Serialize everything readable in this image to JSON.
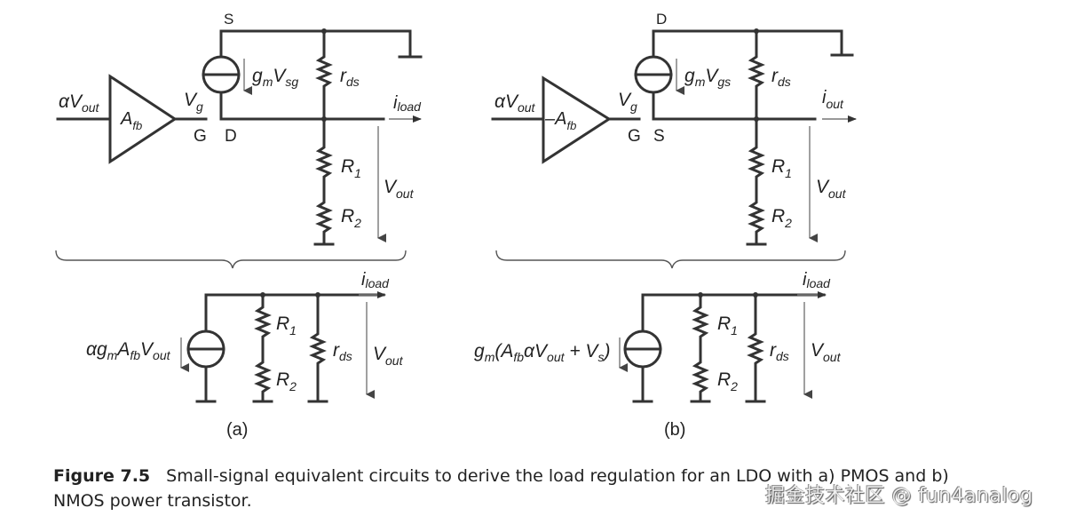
{
  "figure": {
    "number": "Figure 7.5",
    "caption_line1": "Small-signal equivalent circuits to derive the load regulation for an LDO with a) PMOS and b)",
    "caption_line2": "NMOS power transistor."
  },
  "watermark": "掘金技术社区 @ fun4analog",
  "panel_a": {
    "sublabel": "(a)",
    "top": {
      "input": {
        "main": "αV",
        "sub": "out"
      },
      "amp": {
        "main": "A",
        "sub": "fb"
      },
      "vg": {
        "main": "V",
        "sub": "g"
      },
      "gate": "G",
      "drain_or_source_bottom": "D",
      "top_node": "S",
      "source": {
        "main": "g",
        "sub1": "m",
        "main2": "V",
        "sub2": "sg"
      },
      "rds": {
        "main": "r",
        "sub": "ds"
      },
      "current": {
        "main": "i",
        "sub": "load"
      },
      "r1": {
        "main": "R",
        "sub": "1"
      },
      "r2": {
        "main": "R",
        "sub": "2"
      },
      "vout": {
        "main": "V",
        "sub": "out"
      }
    },
    "bottom": {
      "source_label": {
        "a": "αg",
        "s1": "m",
        "b": "A",
        "s2": "fb",
        "c": "V",
        "s3": "out"
      },
      "r1": {
        "main": "R",
        "sub": "1"
      },
      "r2": {
        "main": "R",
        "sub": "2"
      },
      "rds": {
        "main": "r",
        "sub": "ds"
      },
      "current": {
        "main": "i",
        "sub": "load"
      },
      "vout": {
        "main": "V",
        "sub": "out"
      }
    }
  },
  "panel_b": {
    "sublabel": "(b)",
    "top": {
      "input": {
        "main": "αV",
        "sub": "out"
      },
      "amp": {
        "main": "–A",
        "sub": "fb"
      },
      "vg": {
        "main": "V",
        "sub": "g"
      },
      "gate": "G",
      "drain_or_source_bottom": "S",
      "top_node": "D",
      "source": {
        "main": "g",
        "sub1": "m",
        "main2": "V",
        "sub2": "gs"
      },
      "rds": {
        "main": "r",
        "sub": "ds"
      },
      "current": {
        "main": "i",
        "sub": "out"
      },
      "r1": {
        "main": "R",
        "sub": "1"
      },
      "r2": {
        "main": "R",
        "sub": "2"
      },
      "vout": {
        "main": "V",
        "sub": "out"
      }
    },
    "bottom": {
      "source_label": {
        "a": "g",
        "s1": "m",
        "b": "(A",
        "s2": "fb",
        "c": "αV",
        "s3": "out",
        "d": " + V",
        "s4": "s",
        "e": ")"
      },
      "r1": {
        "main": "R",
        "sub": "1"
      },
      "r2": {
        "main": "R",
        "sub": "2"
      },
      "rds": {
        "main": "r",
        "sub": "ds"
      },
      "current": {
        "main": "i",
        "sub": "load"
      },
      "vout": {
        "main": "V",
        "sub": "out"
      }
    }
  }
}
